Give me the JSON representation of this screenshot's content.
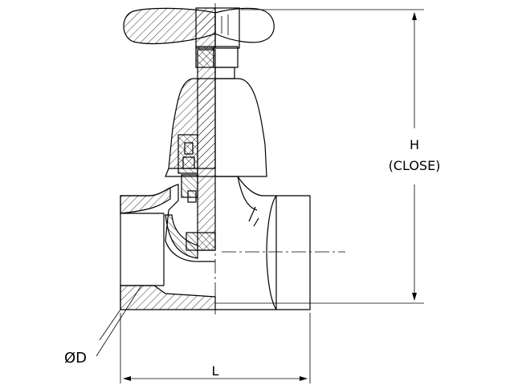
{
  "dimensions": {
    "height_label": "H",
    "height_note": "(CLOSE)",
    "diameter_label": "ØD",
    "length_label": "L"
  },
  "colors": {
    "line": "#000000",
    "background": "#ffffff"
  }
}
